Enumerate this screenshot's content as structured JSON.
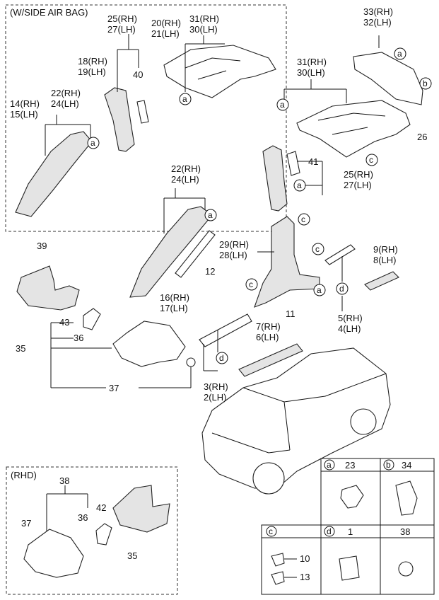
{
  "groups": {
    "side_air_bag": "(W/SIDE AIR BAG)",
    "rhd": "(RHD)"
  },
  "callouts": {
    "c25_27": [
      "25(RH)",
      "27(LH)"
    ],
    "c20_21": [
      "20(RH)",
      "21(LH)"
    ],
    "c31_30_top": [
      "31(RH)",
      "30(LH)"
    ],
    "c33_32": [
      "33(RH)",
      "32(LH)"
    ],
    "c18_19": [
      "18(RH)",
      "19(LH)"
    ],
    "c40": "40",
    "c22_24_top": [
      "22(RH)",
      "24(LH)"
    ],
    "c14_15": [
      "14(RH)",
      "15(LH)"
    ],
    "c31_30_right": [
      "31(RH)",
      "30(LH)"
    ],
    "c26": "26",
    "c41": "41",
    "c25_27_right": [
      "25(RH)",
      "27(LH)"
    ],
    "c22_24_mid": [
      "22(RH)",
      "24(LH)"
    ],
    "c29_28": [
      "29(RH)",
      "28(LH)"
    ],
    "c9_8": [
      "9(RH)",
      "8(LH)"
    ],
    "c39": "39",
    "c12": "12",
    "c16_17": [
      "16(RH)",
      "17(LH)"
    ],
    "c11": "11",
    "c5_4": [
      "5(RH)",
      "4(LH)"
    ],
    "c43": "43",
    "c36": "36",
    "c35": "35",
    "c7_6": [
      "7(RH)",
      "6(LH)"
    ],
    "c37": "37",
    "c3_2": [
      "3(RH)",
      "2(LH)"
    ],
    "rhd_38": "38",
    "rhd_37": "37",
    "rhd_36": "36",
    "rhd_42": "42",
    "rhd_35": "35"
  },
  "letters": {
    "a": "a",
    "b": "b",
    "c": "c",
    "d": "d"
  },
  "legend": {
    "a_num": "23",
    "b_num": "34",
    "d_num": "1",
    "col38": "38",
    "c_item1": "10",
    "c_item2": "13"
  }
}
